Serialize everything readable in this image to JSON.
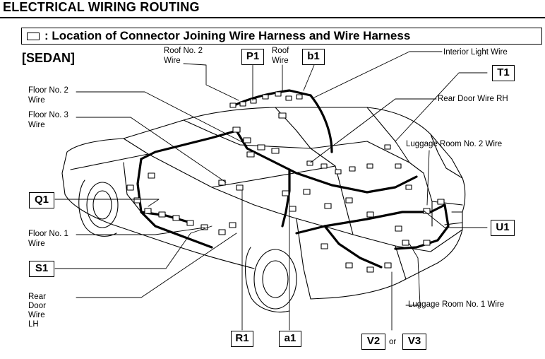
{
  "header": {
    "title": "ELECTRICAL WIRING ROUTING",
    "subtitle": ": Location of Connector Joining Wire Harness and Wire Harness",
    "variant": "[SEDAN]"
  },
  "icons": {
    "legend_box": "connector-junction-box-symbol"
  },
  "labels": {
    "roof_no2_l1": "Roof No. 2",
    "roof_no2_l2": "Wire",
    "roof_l1": "Roof",
    "roof_l2": "Wire",
    "interior_light": "Interior Light Wire",
    "floor_no2_l1": "Floor No. 2",
    "floor_no2_l2": "Wire",
    "floor_no3_l1": "Floor No. 3",
    "floor_no3_l2": "Wire",
    "rear_door_rh": "Rear Door Wire RH",
    "luggage_no2": "Luggage Room No. 2 Wire",
    "floor_no1_l1": "Floor No. 1",
    "floor_no1_l2": "Wire",
    "rear_door_lh_l1": "Rear",
    "rear_door_lh_l2": "Door",
    "rear_door_lh_l3": "Wire",
    "rear_door_lh_l4": "LH",
    "luggage_no1": "Luggage Room No. 1 Wire",
    "or": "or"
  },
  "codes": {
    "p1": "P1",
    "b1": "b1",
    "t1": "T1",
    "q1": "Q1",
    "u1": "U1",
    "s1": "S1",
    "r1": "R1",
    "a1": "a1",
    "v2": "V2",
    "v3": "V3"
  }
}
